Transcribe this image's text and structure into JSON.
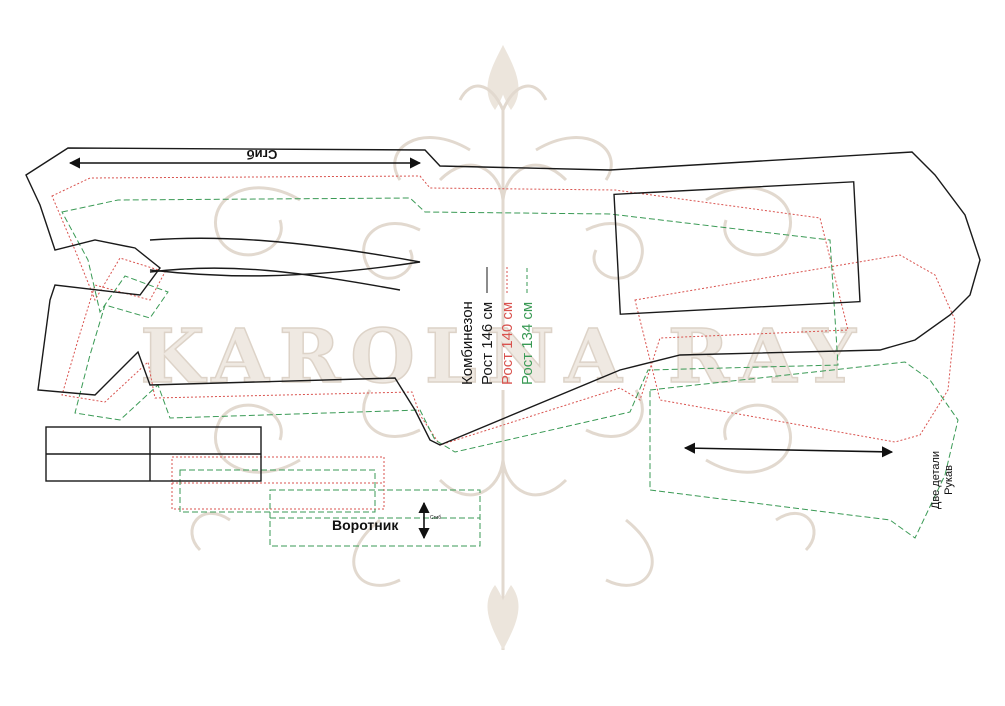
{
  "watermark": {
    "brand_text": "KAROLNA RAY"
  },
  "legend": {
    "title": "Комбинезон",
    "sizes": [
      {
        "label": "Рост 146 см",
        "color": "#1a1a1a",
        "line": "——"
      },
      {
        "label": "Рост 140 см",
        "color": "#d9534f",
        "line": "------"
      },
      {
        "label": "Рост 134 см",
        "color": "#3a9a55",
        "line": "- - -"
      }
    ]
  },
  "labels": {
    "fold": "Сгиб",
    "collar": "Воротник",
    "collar_fold_small": "Сгиб",
    "sleeve_title": "Рукав",
    "sleeve_note": "Две детали"
  },
  "colors": {
    "size146": "#1a1a1a",
    "size140": "#d9534f",
    "size134": "#3a9a55",
    "watermark": "#e2d9cf"
  }
}
